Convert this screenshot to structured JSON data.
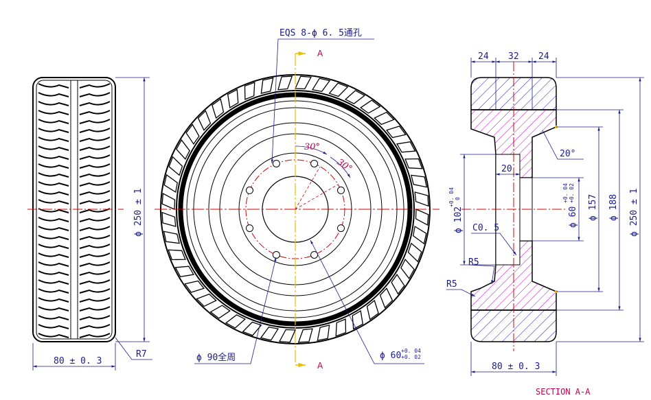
{
  "colors": {
    "outline": "#000000",
    "dimension": "#1a1a8c",
    "centerline": "#d40000",
    "section_line": "#e8c000",
    "hatch_hub": "#cc00cc",
    "hatch_tire": "#1a1acc"
  },
  "side_view": {
    "width_dim": "80 ± 0. 3",
    "height_dim": "ϕ 250 ± 1",
    "corner_radius": "R7"
  },
  "front_view": {
    "hole_note": "EQS 8-ϕ 6. 5通孔",
    "angle_1": "30°",
    "angle_2": "30°",
    "pcd_note": "ϕ 90全周",
    "bore_note": "ϕ 60",
    "bore_tol_upper": "+0. 04",
    "bore_tol_lower": "+0. 02",
    "section_mark_top": "A",
    "section_mark_bottom": "A"
  },
  "section_view": {
    "dim_left": "24",
    "dim_mid": "32",
    "dim_right": "24",
    "chamfer_angle": "20°",
    "hub_depth": "20",
    "bore_dia": "ϕ 60",
    "bore_tol_upper": "+0. 04",
    "bore_tol_lower": "+0. 02",
    "recess_dia": "ϕ 102",
    "recess_tol_upper": "+0. 04",
    "recess_tol_lower": "0",
    "dia_157": "ϕ 157",
    "dia_188": "ϕ 188",
    "dia_250": "ϕ 250 ± 1",
    "chamfer": "C0. 5",
    "radius_inner": "R5",
    "radius_outer": "R5",
    "width_dim": "80 ± 0. 3",
    "title": "SECTION A-A"
  }
}
